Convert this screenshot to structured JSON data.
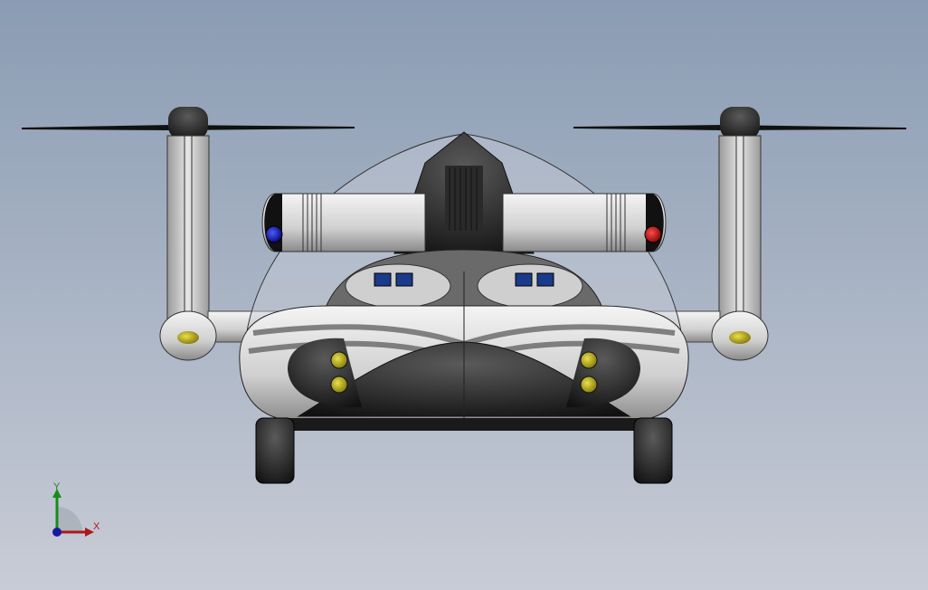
{
  "viewport": {
    "background_top": "#8a9cb3",
    "background_bottom": "#c8ccd6"
  },
  "model": {
    "left_light": "blue",
    "right_light": "red",
    "front_lights": "yellow",
    "body": "#e8e8e8",
    "trim": "#1a1a1a"
  },
  "triad": {
    "x_label": "X",
    "y_label": "Y",
    "x_color": "#b01818",
    "y_color": "#1a8a1a",
    "z_color": "#1a1aa0"
  }
}
